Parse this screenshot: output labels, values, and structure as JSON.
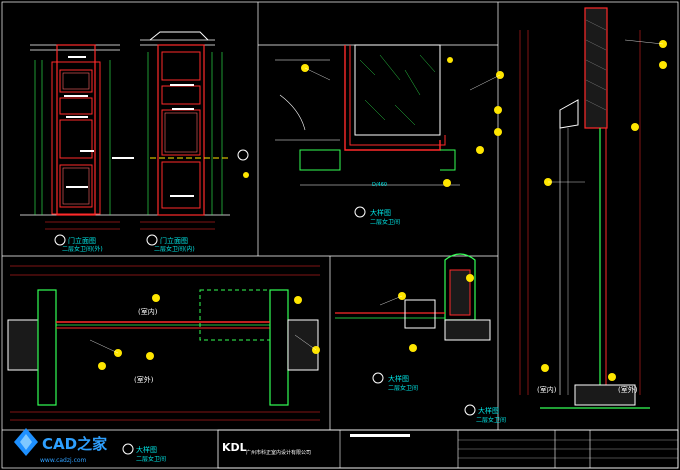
{
  "drawing": {
    "views": {
      "door_front_left": {
        "title": "门立面图",
        "subtitle": "二层女卫间(外)"
      },
      "door_front_right": {
        "title": "门立面图",
        "subtitle": "二层女卫间(内)"
      },
      "top_section": {
        "title": "大样图",
        "subtitle": "二层女卫间"
      },
      "bottom_plan": {
        "title": "大样图",
        "subtitle": "二层女卫间",
        "label_inside": "(室内)",
        "label_outside": "(室外)"
      },
      "mid_detail": {
        "title": "大样图",
        "subtitle": "二层女卫间"
      },
      "right_section": {
        "title": "大样图",
        "subtitle": "二层女卫间",
        "label_inside": "(室内)",
        "label_outside": "(室外)"
      }
    },
    "title_block": {
      "company": "广州市科正室内设计有限公司",
      "logo": "KDL"
    },
    "watermark": {
      "brand": "CAD之家",
      "url": "www.cadzj.com"
    }
  },
  "colors": {
    "background": "#000000",
    "line_white": "#ffffff",
    "line_red": "#ff2a2a",
    "line_green": "#33ff55",
    "text_cyan": "#00e5e5",
    "bubble_yellow": "#ffe600"
  }
}
